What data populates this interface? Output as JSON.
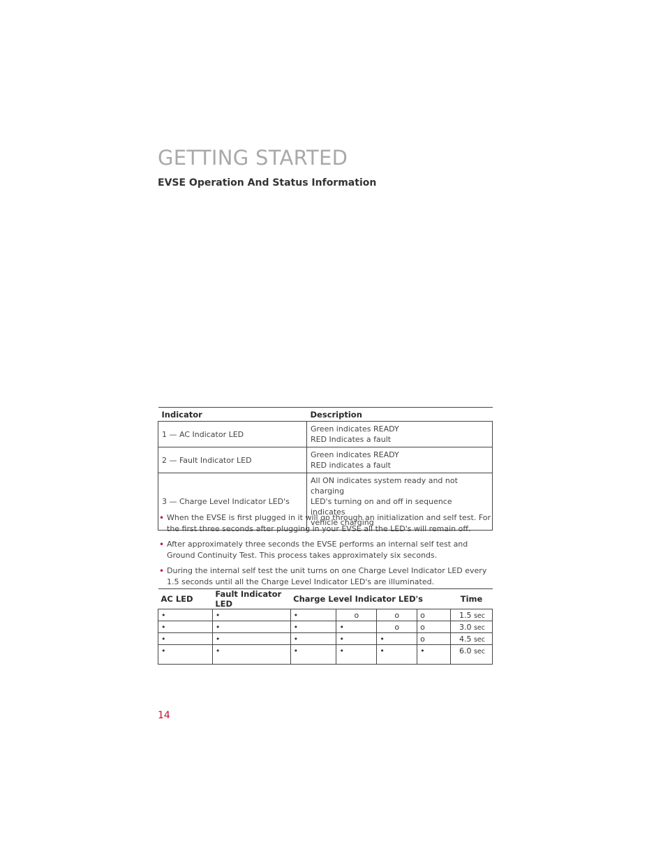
{
  "page": {
    "section_heading": "GETTING STARTED",
    "sub_heading": "EVSE Operation And Status Information",
    "page_number": "14"
  },
  "indicator_table": {
    "headers": [
      "Indicator",
      "Description"
    ],
    "rows": [
      {
        "indicator": "1 — AC Indicator LED",
        "description": [
          "Green indicates READY",
          "RED Indicates a fault"
        ]
      },
      {
        "indicator": "2 — Fault Indicator LED",
        "description": [
          "Green indicates READY",
          "RED indicates a fault"
        ]
      },
      {
        "indicator": "3 — Charge Level Indicator LED's",
        "description": [
          "All ON indicates system ready and not charging",
          "LED's turning on and off in sequence indicates",
          "vehicle charging"
        ]
      }
    ]
  },
  "bullets": [
    "When the EVSE is first plugged in it will go through an initialization and self test. For the first three seconds after plugging in your EVSE all the LED's will remain off.",
    "After approximately three seconds the EVSE performs an internal self test and Ground Continuity Test. This process takes approximately six seconds.",
    "During the internal self test the unit turns on one Charge Level Indicator LED every 1.5 seconds until all the Charge Level Indicator LED's are illuminated."
  ],
  "sequence_table": {
    "headers": {
      "ac": "AC LED",
      "fault": "Fault Indicator LED",
      "charge": "Charge Level Indicator LED's",
      "time": "Time"
    },
    "rows": [
      {
        "ac": "•",
        "fault": "•",
        "c1": "•",
        "c2": "o",
        "c3": "o",
        "c4": "o",
        "time": "1.5",
        "unit": "sec"
      },
      {
        "ac": "•",
        "fault": "•",
        "c1": "•",
        "c2": "•",
        "c3": "o",
        "c4": "o",
        "time": "3.0",
        "unit": "sec"
      },
      {
        "ac": "•",
        "fault": "•",
        "c1": "•",
        "c2": "•",
        "c3": "•",
        "c4": "o",
        "time": "4.5",
        "unit": "sec"
      },
      {
        "ac": "•",
        "fault": "•",
        "c1": "•",
        "c2": "•",
        "c3": "•",
        "c4": "•",
        "time": "6.0",
        "unit": "sec"
      }
    ]
  },
  "colors": {
    "heading_gray": "#a9a9a9",
    "accent_red": "#c8102e"
  }
}
